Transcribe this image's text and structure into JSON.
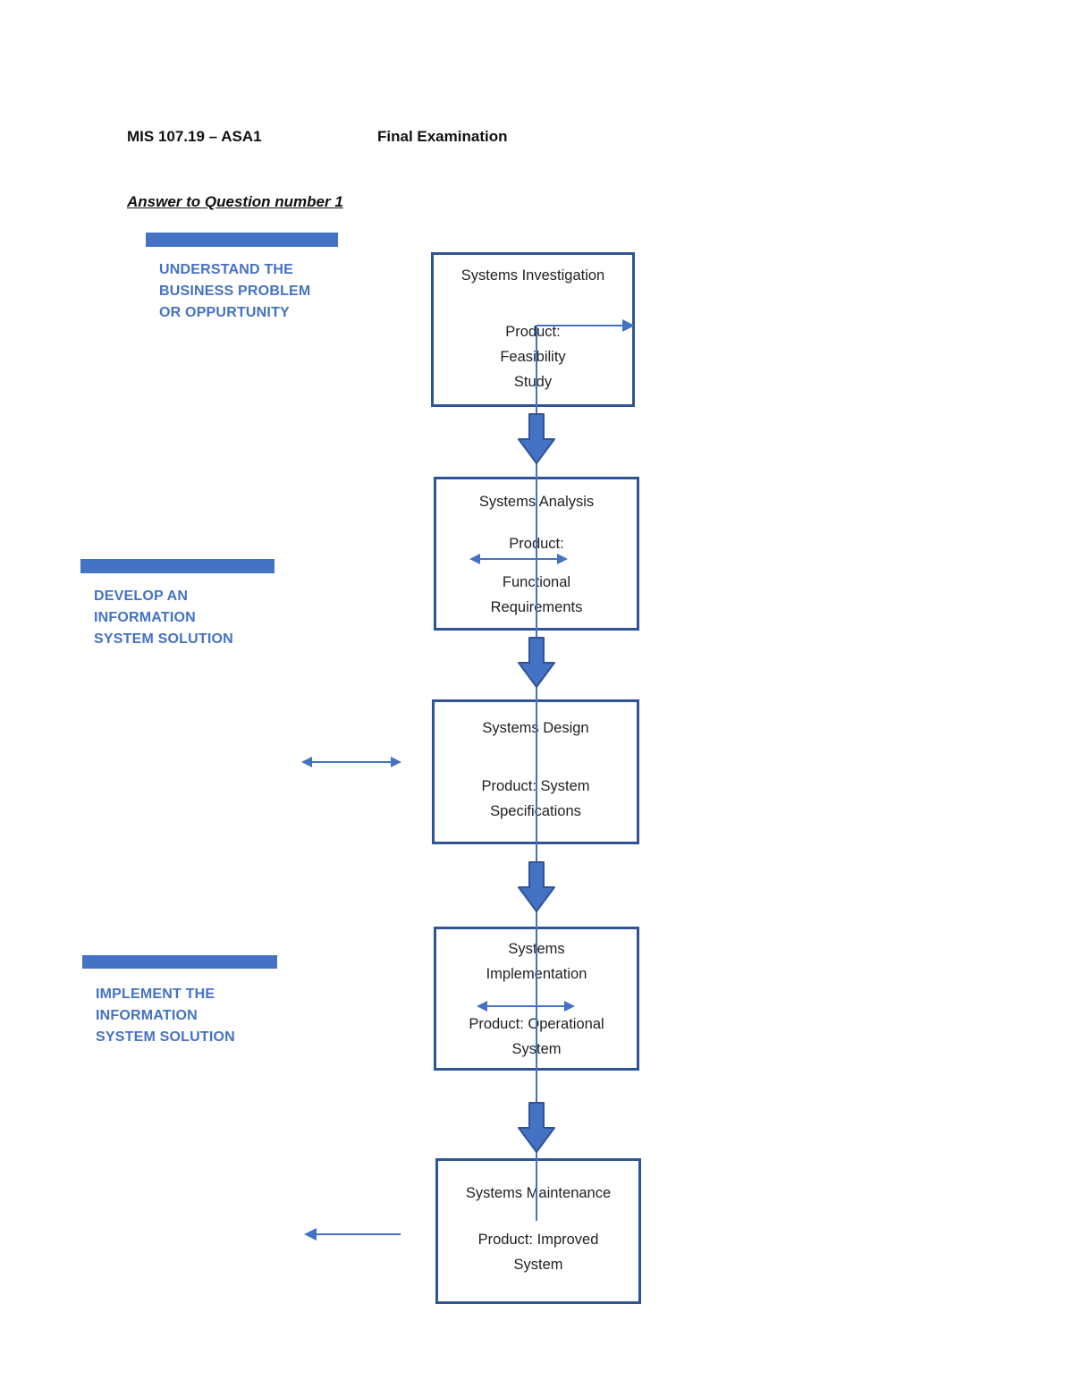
{
  "page": {
    "course_code": "MIS 107.19 – ASA1",
    "doc_title": "Final Examination",
    "section_title": "Answer to Question number 1"
  },
  "colors": {
    "accent_blue": "#4472C4",
    "box_border_blue": "#2F5496",
    "body_text": "#1F1F1F"
  },
  "phases": [
    {
      "label": "UNDERSTAND THE\nBUSINESS PROBLEM\nOR OPPURTUNITY"
    },
    {
      "label": "DEVELOP AN\nINFORMATION\nSYSTEM SOLUTION"
    },
    {
      "label": "IMPLEMENT THE\nINFORMATION\nSYSTEM SOLUTION"
    }
  ],
  "steps": [
    {
      "title": "Systems Investigation",
      "product": "Product:\nFeasibility\nStudy"
    },
    {
      "title": "Systems Analysis",
      "product_label": "Product:",
      "product": "Functional\nRequirements"
    },
    {
      "title": "Systems Design",
      "product": "Product: System\nSpecifications"
    },
    {
      "title": "Systems\nImplementation",
      "product": "Product: Operational\nSystem"
    },
    {
      "title": "Systems Maintenance",
      "product": "Product: Improved\nSystem"
    }
  ],
  "icons": {
    "flow": "down-block-arrow-icon",
    "feedback_both": "double-headed-arrow-icon",
    "output_right": "right-arrow-icon",
    "feedback_left": "left-arrow-icon"
  }
}
